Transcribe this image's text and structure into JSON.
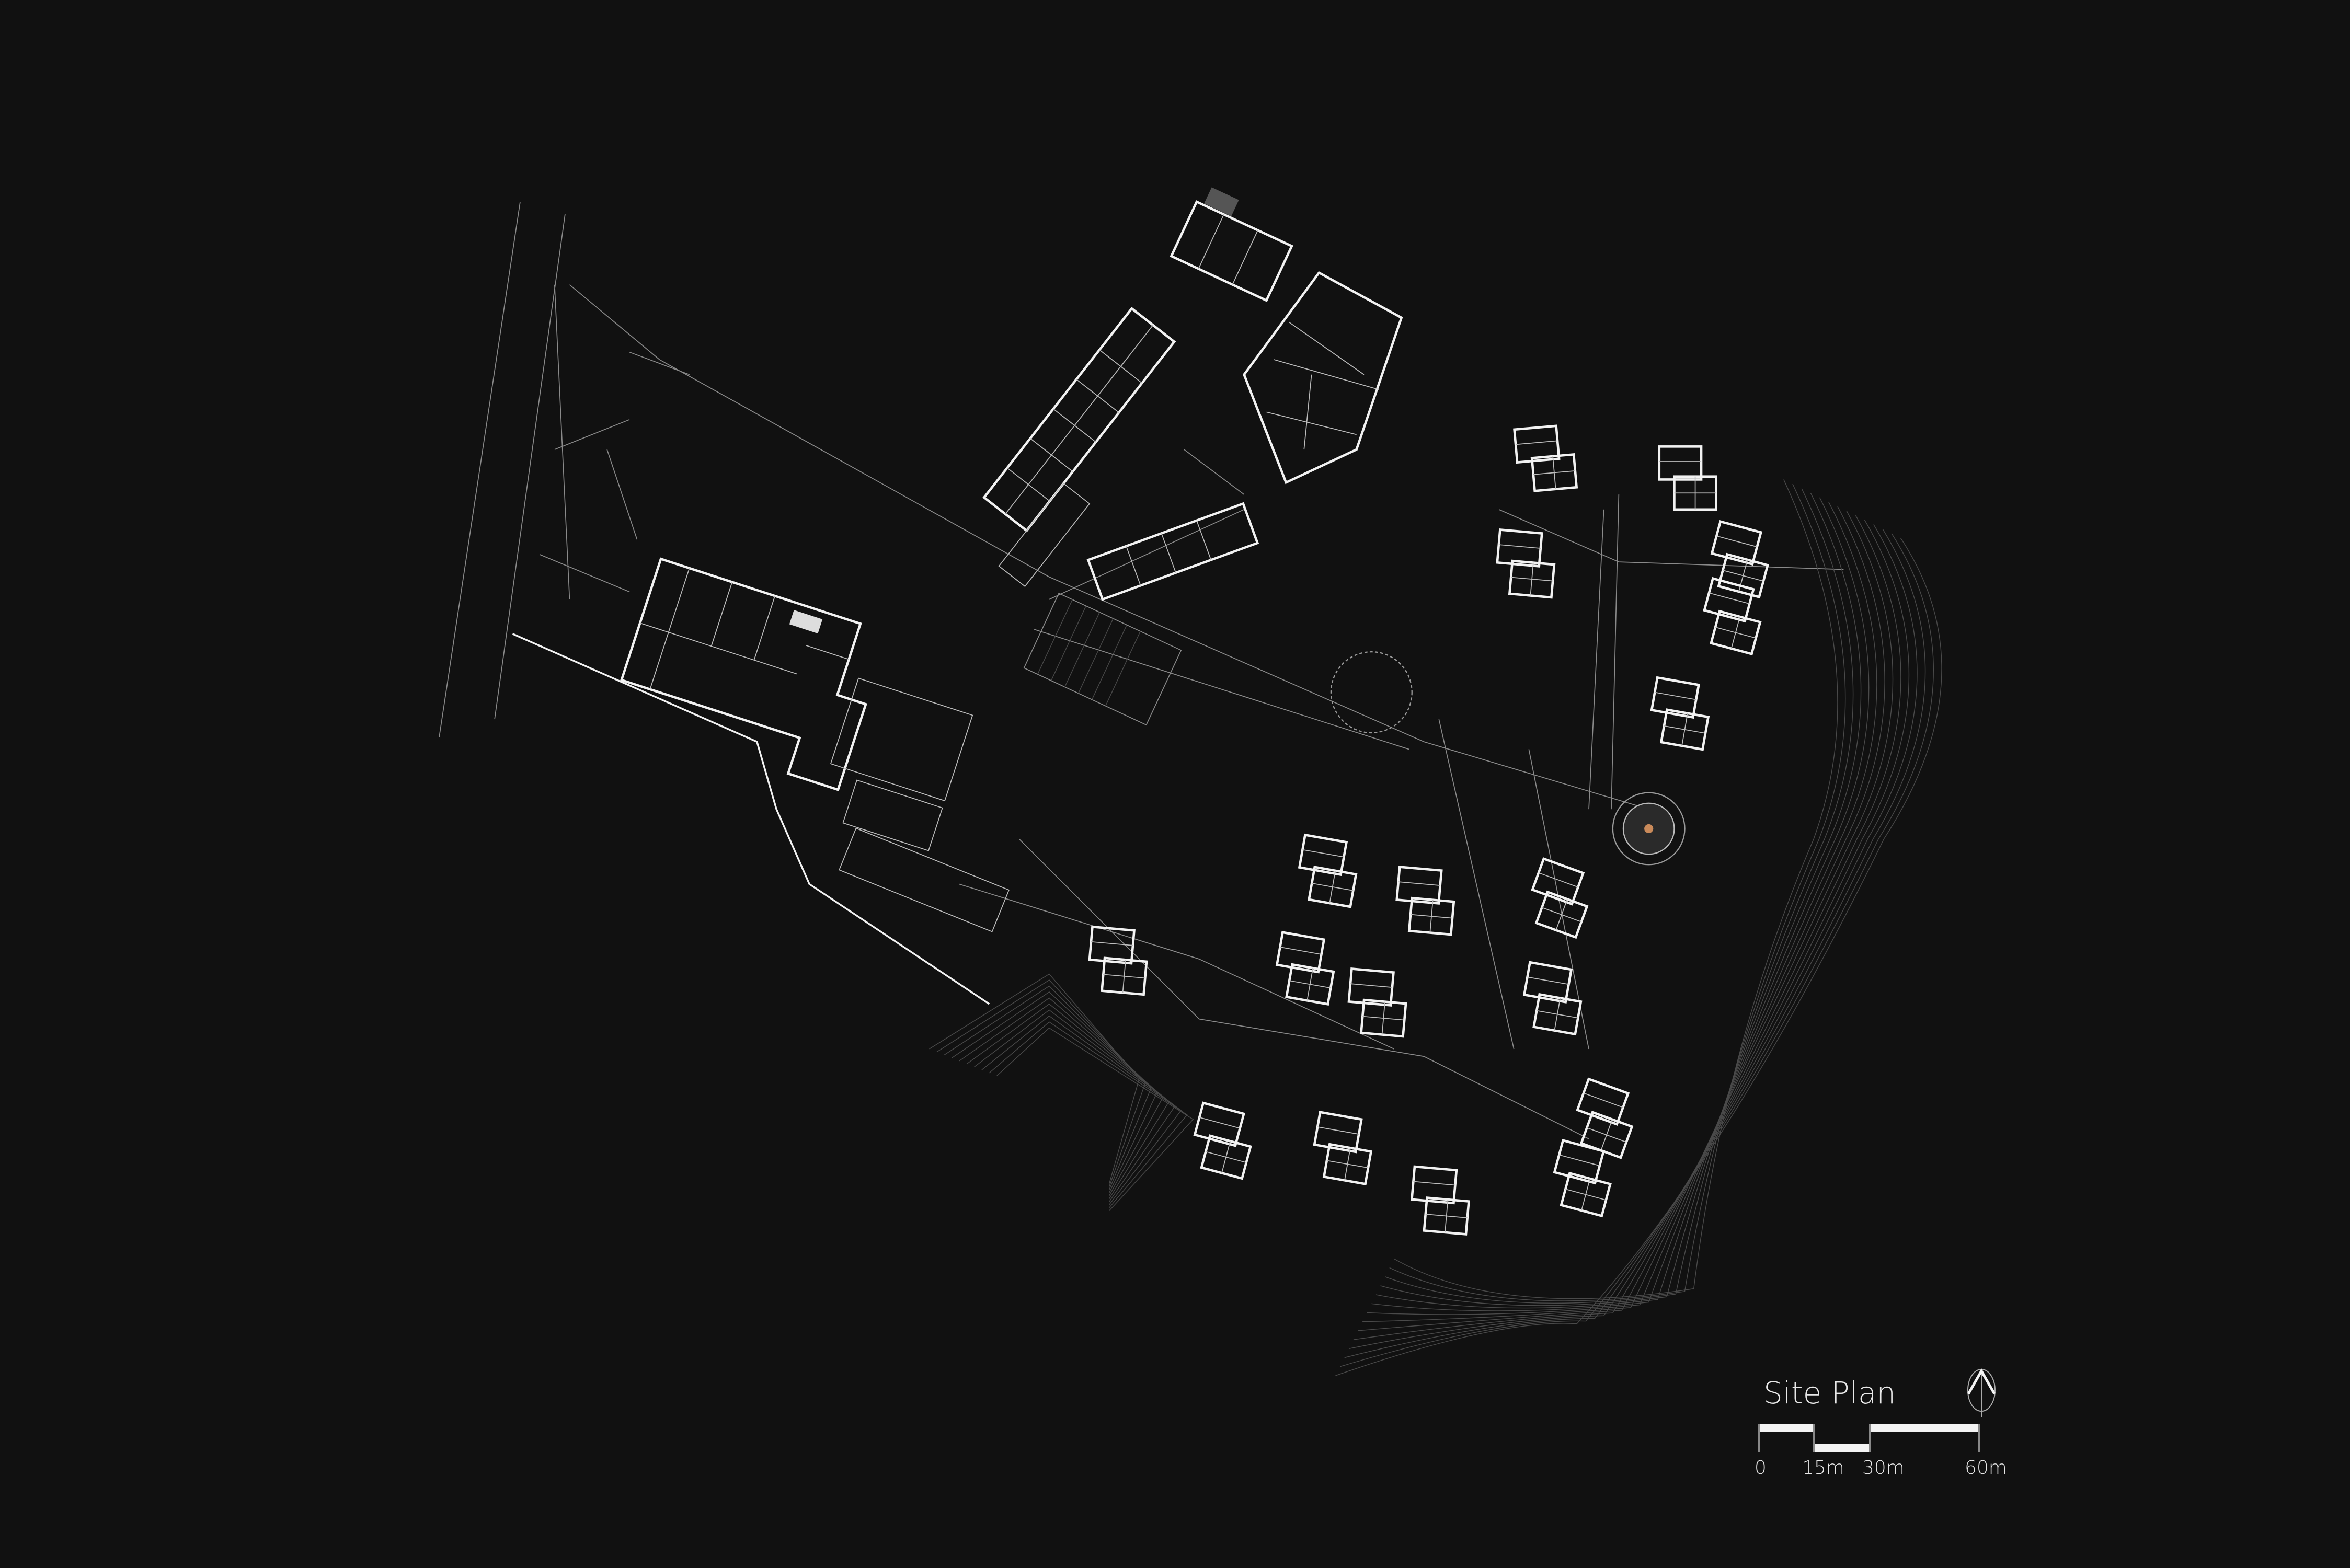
{
  "drawing": {
    "title": "Site Plan",
    "background": "#111111",
    "line_color": "#f2f2f2"
  },
  "scale_bar": {
    "labels": [
      "0",
      "15m",
      "30m",
      "60m"
    ]
  },
  "north_arrow": {
    "icon": "north-arrow-icon"
  }
}
